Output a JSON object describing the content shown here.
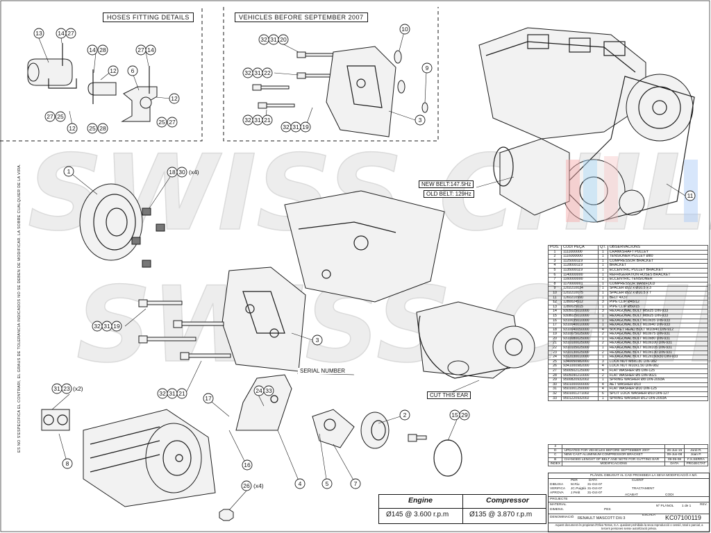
{
  "headings": {
    "hoses_fitting": "HOSES FITTING DETAILS",
    "vehicles_before": "VEHICLES BEFORE SEPTEMBER 2007"
  },
  "belt_notes": {
    "new_belt": "NEW BELT:147.5Hz",
    "old_belt": "OLD BELT: 129Hz"
  },
  "callouts": {
    "serial_number": "SERIAL NUMBER",
    "cut_this_ear": "CUT THIS EAR",
    "qty_x4_a": "(x4)",
    "qty_x2": "(x2)",
    "qty_x4_b": "(x4)"
  },
  "side_note": "ES NO S'ESPECIFICA EL CONTRARI, EL GRAUS DE TOLERANCIA INDICADOS NO SE DEBEN DE MODIFICAR. LA SOBRE CUALQUIER DE LA VIRA.",
  "watermark": "SWISS CHILL",
  "bubbles": {
    "b13": "13",
    "b14a": "14",
    "b27a": "27",
    "b14b": "14",
    "b28a": "28",
    "b27b": "27",
    "b14c": "14",
    "b12a": "12",
    "b6": "6",
    "b12b": "12",
    "b27c": "27",
    "b25a": "25",
    "b12c": "12",
    "b25b": "25",
    "b28b": "28",
    "b25c": "25",
    "b27d": "27",
    "v32a": "32",
    "v31a": "31",
    "v20": "20",
    "v10": "10",
    "v32b": "32",
    "v31b": "31",
    "v22": "22",
    "v9": "9",
    "v32c": "32",
    "v31c": "31",
    "v21a": "21",
    "v32d": "32",
    "v31d": "31",
    "v19a": "19",
    "v3a": "3",
    "m1": "1",
    "m18": "18",
    "m30": "30",
    "m11": "11",
    "m32a": "32",
    "m31a": "31",
    "m19": "19",
    "m3": "3",
    "m32b": "32",
    "m31b": "31",
    "m21": "21",
    "m31c": "31",
    "m23": "23",
    "m17": "17",
    "m24": "24",
    "m33": "33",
    "m2": "2",
    "m15": "15",
    "m29": "29",
    "m8": "8",
    "m16": "16",
    "m4": "4",
    "m5": "5",
    "m7": "7",
    "m26": "26"
  },
  "parts_table": {
    "headers": [
      "POS.",
      "CODI PEÇA",
      "QT.",
      "OBSERVACIONS"
    ],
    "rows": [
      [
        "1",
        "1111000000",
        "1",
        "CRANKSHAFT PULLEY"
      ],
      [
        "2",
        "1116000000",
        "1",
        "TENSIONER PULLEY Ø80"
      ],
      [
        "3",
        "1125000119",
        "1",
        "COMPRESSOR BRACKET"
      ],
      [
        "4",
        "1128000119",
        "1",
        "BRACKET"
      ],
      [
        "5",
        "1135000119",
        "1",
        "ECCENTRIC PULLEY BRACKET"
      ],
      [
        "6",
        "1140000000",
        "1",
        "REFRIGERATION HOSES BRACKET"
      ],
      [
        "7",
        "1160000000",
        "1",
        "ECCENTRIC TENSIONER"
      ],
      [
        "8",
        "1170000001",
        "1",
        "COMPRESSOR MANIFOLD"
      ],
      [
        "9",
        "1202210034",
        "1",
        "SPACER Ø22 x Ø10.5 x 3"
      ],
      [
        "10",
        "1202210075",
        "1",
        "SPACER Ø22 x Ø10.5 x 7"
      ],
      [
        "11",
        "1260210990",
        "1",
        "BELT 4X37"
      ],
      [
        "12",
        "1280024512",
        "3",
        "PIPE CLIP Ø45/12"
      ],
      [
        "13",
        "1280025015",
        "1",
        "PIPE CLIP Ø50/15"
      ],
      [
        "14",
        "9305025010000",
        "3",
        "HEXAGONAL BOLT M5x25 DIN-933"
      ],
      [
        "15",
        "9308025010000",
        "1",
        "HEXAGONAL BOLT M8x25 DIN-933"
      ],
      [
        "16",
        "9310035010000",
        "1",
        "HEXAGONAL BOLT M10x35 DIN-933"
      ],
      [
        "17",
        "9310040010000",
        "1",
        "HEXAGONAL BOLT M10x40 DIN-933"
      ],
      [
        "18",
        "9310040050000",
        "4",
        "SOCKET HEAD BOLT M10x40 DIN-912"
      ],
      [
        "19",
        "9310075025000",
        "2",
        "HEXAGONAL BOLT M10x75 DIN-931"
      ],
      [
        "20",
        "9310080025000",
        "1",
        "HEXAGONAL BOLT M10x80 DIN-931"
      ],
      [
        "21",
        "9310100025000",
        "2",
        "HEXAGONAL BOLT M10x100 DIN-931"
      ],
      [
        "22",
        "9310105025000",
        "1",
        "HEXAGONAL BOLT M10x105 DIN-931"
      ],
      [
        "23",
        "9310130025000",
        "2",
        "HEXAGONAL BOLT M10x130 DIN-931"
      ],
      [
        "24",
        "9312030010000",
        "1",
        "HEXAGONAL BOLT M12x150x30 DIN-933"
      ],
      [
        "25",
        "9340050982000",
        "3",
        "LOCK NUT M5x0.80 DIN-982"
      ],
      [
        "26",
        "9341000982000",
        "4",
        "LOCK NUT M10x1.50 DIN-982"
      ],
      [
        "27",
        "9500502125000",
        "4",
        "FLAT WASHER Ø5 DIN-125"
      ],
      [
        "28",
        "9505090210000",
        "2",
        "FLAT WASHER Ø5 DIN-9021"
      ],
      [
        "29",
        "9500820932002",
        "1",
        "SPRING WASHER Ø8 DIN-2093A"
      ],
      [
        "30",
        "9501000000000",
        "4",
        "AET WASHER Ø10"
      ],
      [
        "31",
        "9501001250000",
        "4",
        "FLAT WASHER Ø10 DIN-125"
      ],
      [
        "32",
        "9501001271002",
        "6",
        "SPLIT LOCK WASHER Ø10 DIN-127"
      ],
      [
        "33",
        "9501220932002",
        "1",
        "SPRING WASHER Ø12 DIN-2093A"
      ]
    ]
  },
  "revisions": {
    "rows": [
      [
        "3",
        "",
        ""
      ],
      [
        "D",
        "UPDATED FOR VEHICLES BEFORE SEPTEMBER 2007",
        "26-Jun-15",
        "Jordi R."
      ],
      [
        "C",
        "NEW CAST ALUMINIUM COMPRESSOR BRACKET",
        "09-Jun-08",
        "Joan P."
      ],
      [
        "B",
        "CHANGED LENGHT OF BELT AND NOTE FOR CUTTING EAR",
        "09-05-08",
        "F.X.SERRA"
      ]
    ],
    "footer": [
      "INDEX",
      "MODIFICACIONS",
      "DATA",
      "PROJECTAT"
    ]
  },
  "title_block": {
    "copy_note": "PLÀNOL DIBUIXAT AL CAD PROHIBIDA LA SEVA MODIFICACIÓ A MÀ",
    "per": "PER",
    "data": "DATA",
    "client": "CLIENT",
    "dibuixa": "DIBUIXA",
    "dibuixa_by": "M.Riu",
    "dibuixa_date": "31-Oct-07",
    "verifica": "VERIFICA",
    "verifica_by": "JC.Puigtià",
    "verifica_date": "31-Oct-07",
    "aprova": "APROVA",
    "aprova_by": "J.Petit",
    "aprova_date": "31-Oct-07",
    "tractament": "TRACTAMENT",
    "projecte": "PROJECTE",
    "acabat": "ACABAT",
    "codi": "CODI",
    "material": "MATERIAL",
    "dimens": "DIMENS.",
    "pes": "PES",
    "n_planol": "Nº PLÀNOL",
    "sheet": "1 de 1",
    "rev": "REV.",
    "escala": "ESCALA",
    "denominacio": "DENOMINACIÓ",
    "name": "RENAULT MASCOTT DXi 3",
    "drawing_no": "KC07100119",
    "ownership": "Aquest document és propietat d'Oliva Torras, S.A. quedant prohibida la seva reproducció o cessió, total o parcial, a tercers persones sense autorització prèvia."
  },
  "speeds": {
    "engine_label": "Engine",
    "engine_value": "Ø145 @ 3.600 r.p.m",
    "compressor_label": "Compressor",
    "compressor_value": "Ø135 @ 3.870 r.p.m"
  }
}
